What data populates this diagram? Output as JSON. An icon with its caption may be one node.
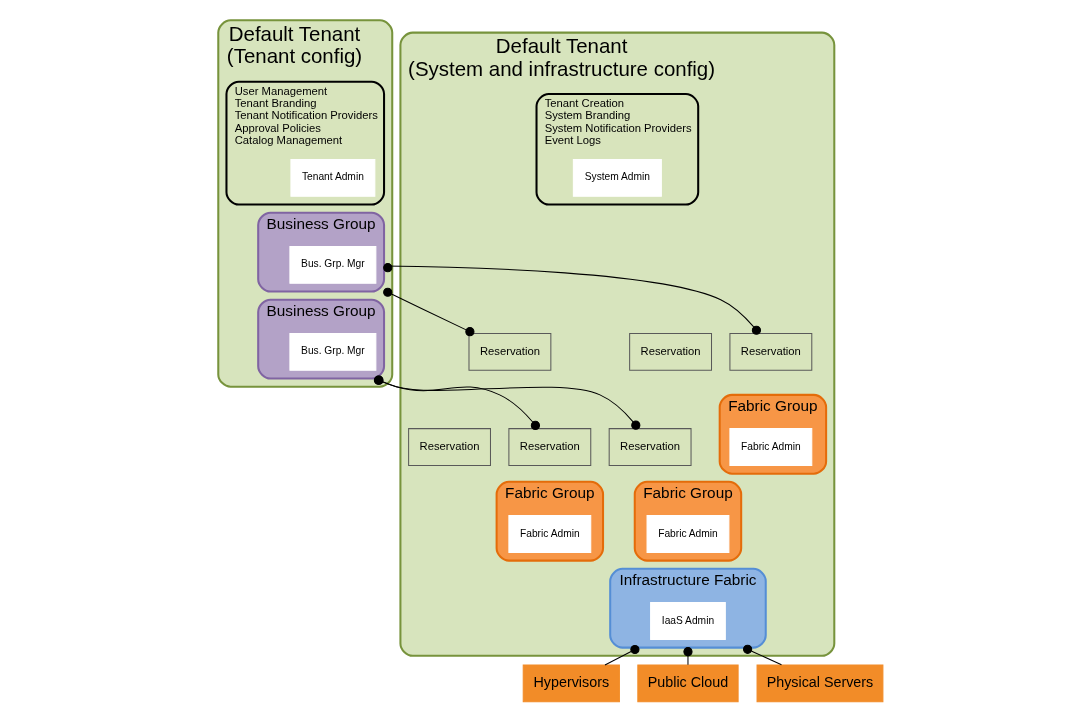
{
  "diagram": {
    "nodes": [
      {
        "text": [
          "Default Tenant",
          "(Tenant config)"
        ]
      },
      {
        "text": [
          "User Management",
          "Tenant Branding",
          "Tenant Notification Providers",
          "Approval Policies",
          "Catalog Management"
        ],
        "in": 0
      },
      {
        "text": [
          "Tenant Admin"
        ],
        "in": 1
      },
      {
        "text": [
          "Business Group"
        ],
        "in": 0
      },
      {
        "text": [
          "Bus. Grp. Mgr"
        ],
        "in": 3
      },
      {
        "text": [
          "Business Group"
        ],
        "in": 0
      },
      {
        "text": [
          "Bus. Grp. Mgr"
        ],
        "in": 5
      },
      {
        "text": [
          "Default Tenant",
          "(System and infrastructure config)"
        ]
      },
      {
        "text": [
          "Tenant Creation",
          "System Branding",
          "System Notification Providers",
          "Event Logs"
        ],
        "in": 7
      },
      {
        "text": [
          "System Admin"
        ],
        "in": 8
      },
      {
        "text": [
          "Infrastructure Fabric"
        ],
        "in": 7
      },
      {
        "text": [
          "IaaS Admin"
        ],
        "in": 10
      },
      {
        "text": [
          "Fabric Group"
        ],
        "in": 7
      },
      {
        "text": [
          "Fabric Admin"
        ],
        "in": 12
      },
      {
        "text": [
          "Reservation"
        ],
        "in": 7
      },
      {
        "text": [
          "Reservation"
        ],
        "in": 7
      },
      {
        "text": [
          "Fabric Group"
        ],
        "in": 7
      },
      {
        "text": [
          "Fabric Admin"
        ],
        "in": 16
      },
      {
        "text": [
          "Reservation"
        ],
        "in": 7
      },
      {
        "text": [
          "Reservation"
        ],
        "in": 7
      },
      {
        "text": [
          "Fabric Group"
        ],
        "in": 7
      },
      {
        "text": [
          "Fabric Admin"
        ],
        "in": 20
      },
      {
        "text": [
          "Reservation"
        ],
        "in": 7
      },
      {
        "text": [
          "Reservation"
        ],
        "in": 7
      },
      {
        "text": [
          "Hypervisors"
        ]
      },
      {
        "text": [
          "Public Cloud"
        ]
      },
      {
        "text": [
          "Physical Servers"
        ]
      }
    ],
    "edges": [
      {
        "from": 3,
        "to": 19,
        "arrow": "other"
      },
      {
        "from": 3,
        "to": 22,
        "arrow": "other"
      },
      {
        "from": 5,
        "to": 15,
        "arrow": "other"
      },
      {
        "from": 5,
        "to": 18,
        "arrow": "other"
      },
      {
        "from": 10,
        "to": 24,
        "arrow": "other"
      },
      {
        "from": 10,
        "to": 25,
        "arrow": "other"
      },
      {
        "from": 10,
        "to": 26,
        "arrow": "other"
      }
    ]
  }
}
